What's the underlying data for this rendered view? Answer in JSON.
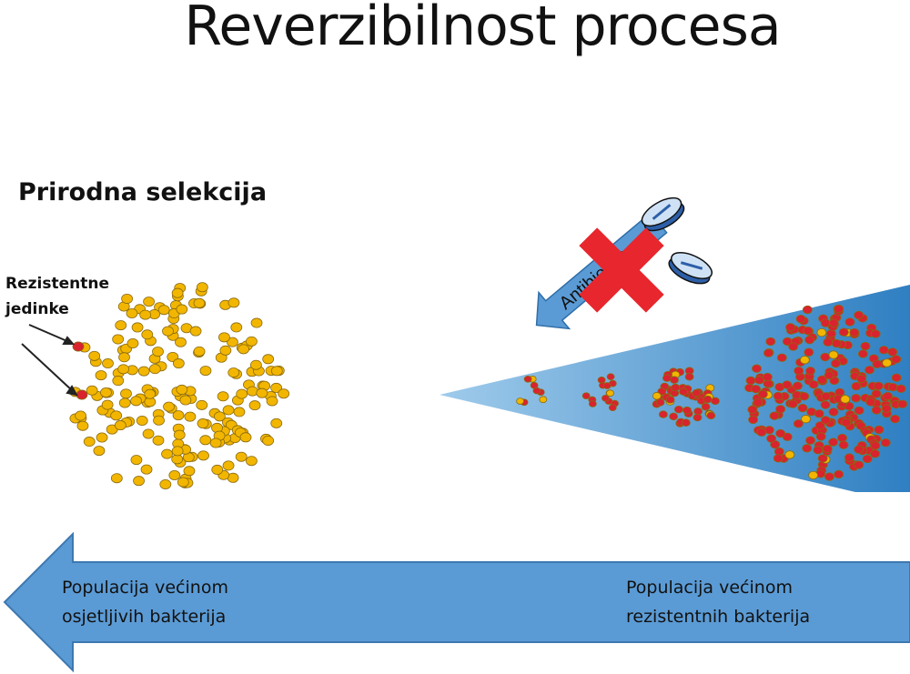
{
  "title": "Reverzibilnost procesa",
  "left_panel": {
    "heading": "Prirodna selekcija",
    "annotation": [
      "Rezistentne",
      "jedinke"
    ]
  },
  "right_panel": {
    "antibiotic_label": "Antibiotics"
  },
  "bottom_arrow": {
    "left_label": [
      "Populacija većinom",
      "osjetljivih bakterija"
    ],
    "right_label": [
      "Populacija većinom",
      "rezistentnih bakterija"
    ]
  },
  "colors": {
    "susceptible": "#f2b600",
    "resistant": "#d9232e",
    "arrow": "#5b9bd5",
    "cross": "#e8262d"
  }
}
